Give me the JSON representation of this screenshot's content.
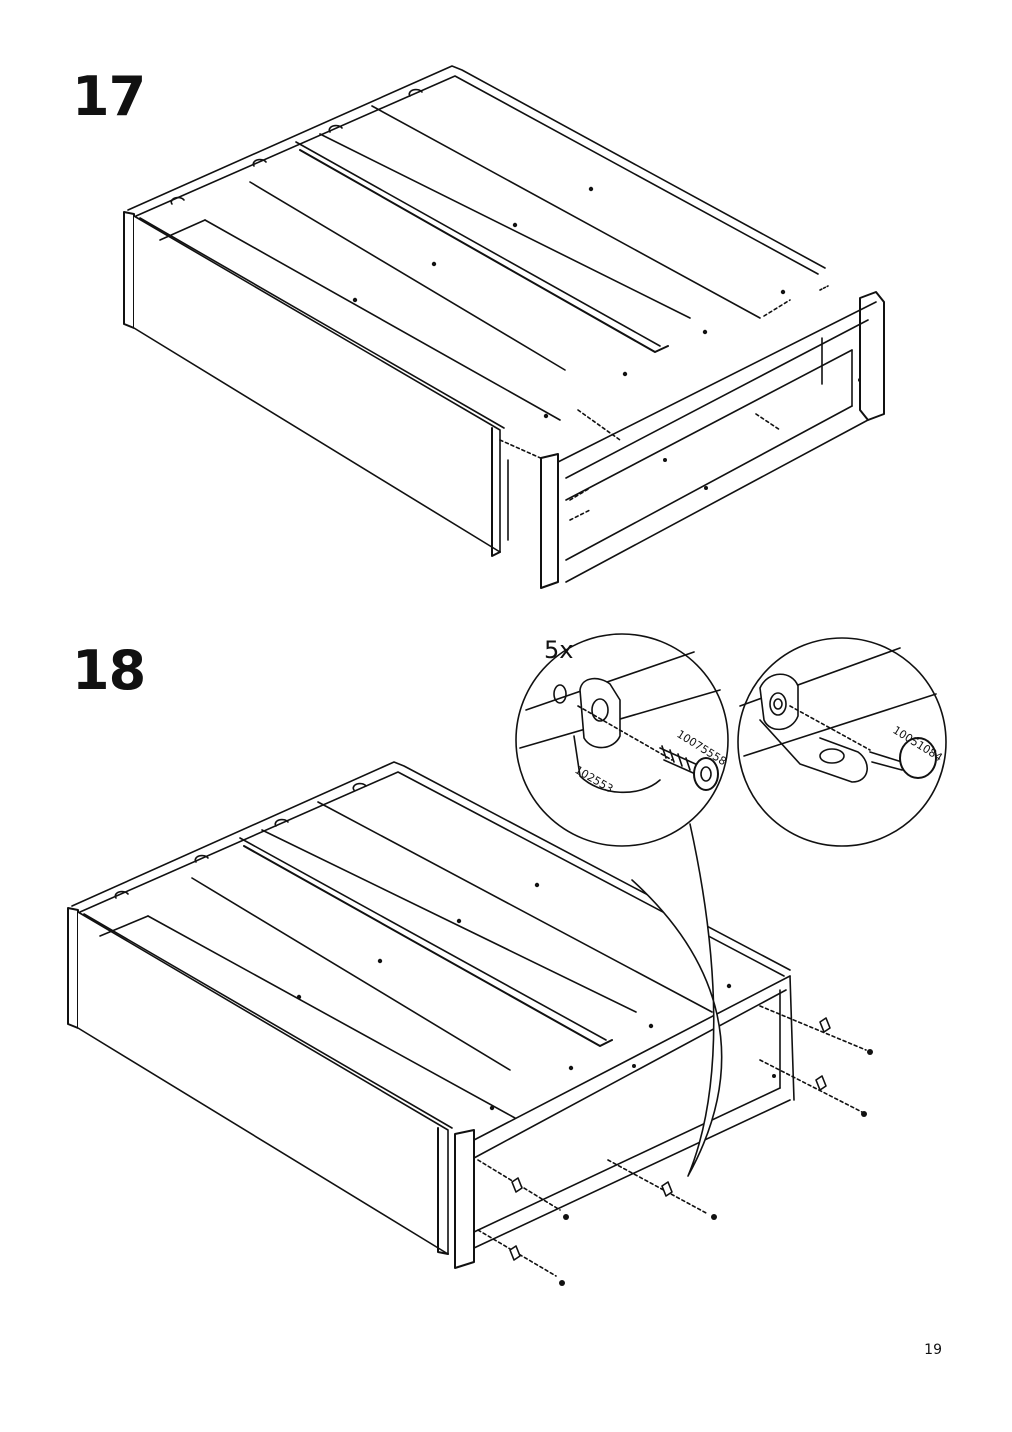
{
  "steps": [
    {
      "number": "17"
    },
    {
      "number": "18",
      "quantity": "5x",
      "parts": [
        "10075558",
        "102553",
        "10051084"
      ]
    }
  ],
  "page_number": "19"
}
